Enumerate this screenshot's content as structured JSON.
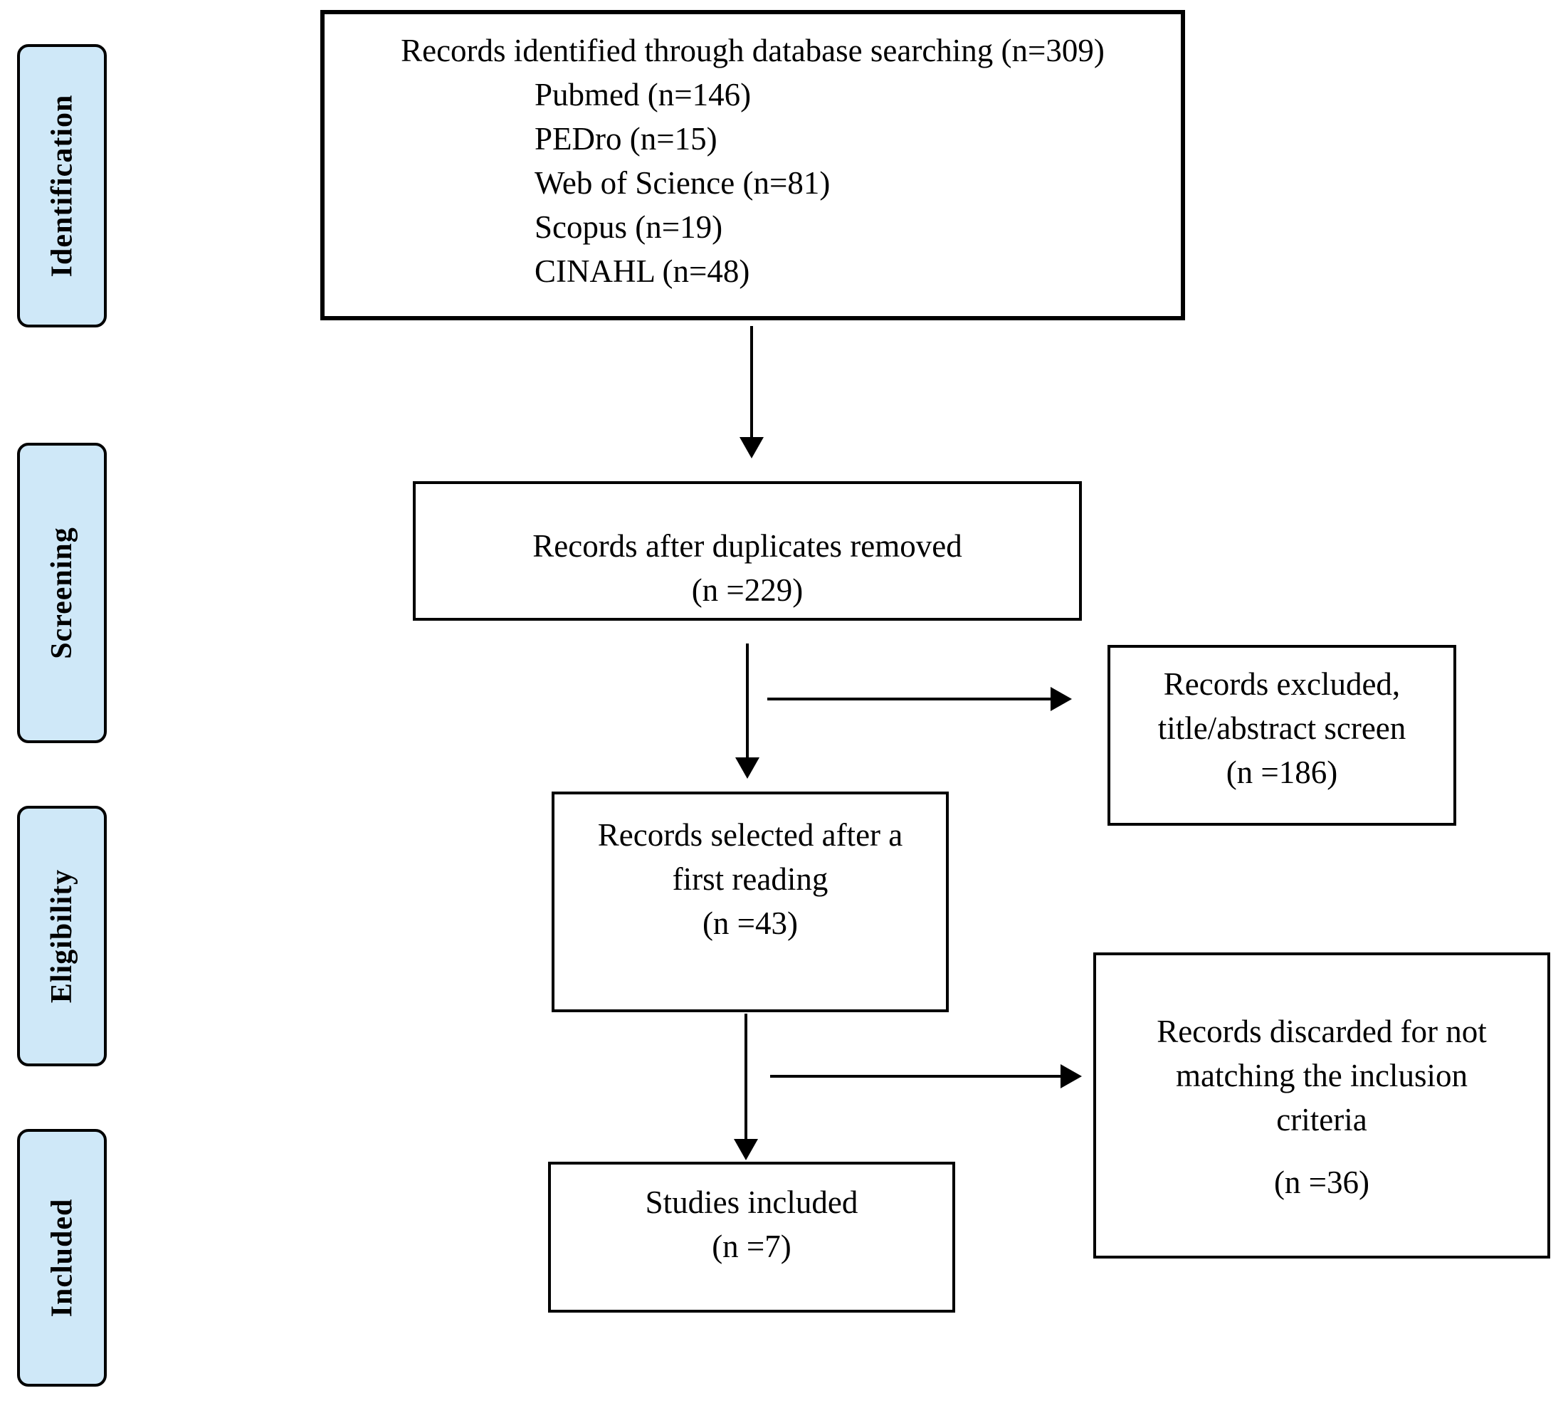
{
  "diagram": {
    "kind": "prisma-flow-diagram",
    "colors": {
      "stage_fill": "#cfe8f8",
      "border": "#000000",
      "background": "#ffffff",
      "text": "#000000"
    },
    "stages": [
      {
        "label": "Identification"
      },
      {
        "label": "Screening"
      },
      {
        "label": "Eligibility"
      },
      {
        "label": "Included"
      }
    ],
    "boxes": {
      "identified": {
        "title": "Records identified through database searching (n=309)",
        "sources": [
          "Pubmed (n=146)",
          "PEDro (n=15)",
          "Web of Science (n=81)",
          "Scopus (n=19)",
          "CINAHL (n=48)"
        ]
      },
      "duplicates_removed": {
        "lines": [
          "Records after duplicates removed",
          "(n =229)"
        ]
      },
      "excluded": {
        "lines": [
          "Records excluded,",
          "title/abstract screen",
          "(n =186)"
        ]
      },
      "first_reading": {
        "lines": [
          "Records selected after a",
          "first reading",
          "(n =43)"
        ]
      },
      "discarded": {
        "lines": [
          "Records discarded for not",
          "matching the inclusion",
          "criteria"
        ],
        "count_line": "(n =36)"
      },
      "included_studies": {
        "lines": [
          "Studies included",
          "(n =7)"
        ]
      }
    }
  }
}
